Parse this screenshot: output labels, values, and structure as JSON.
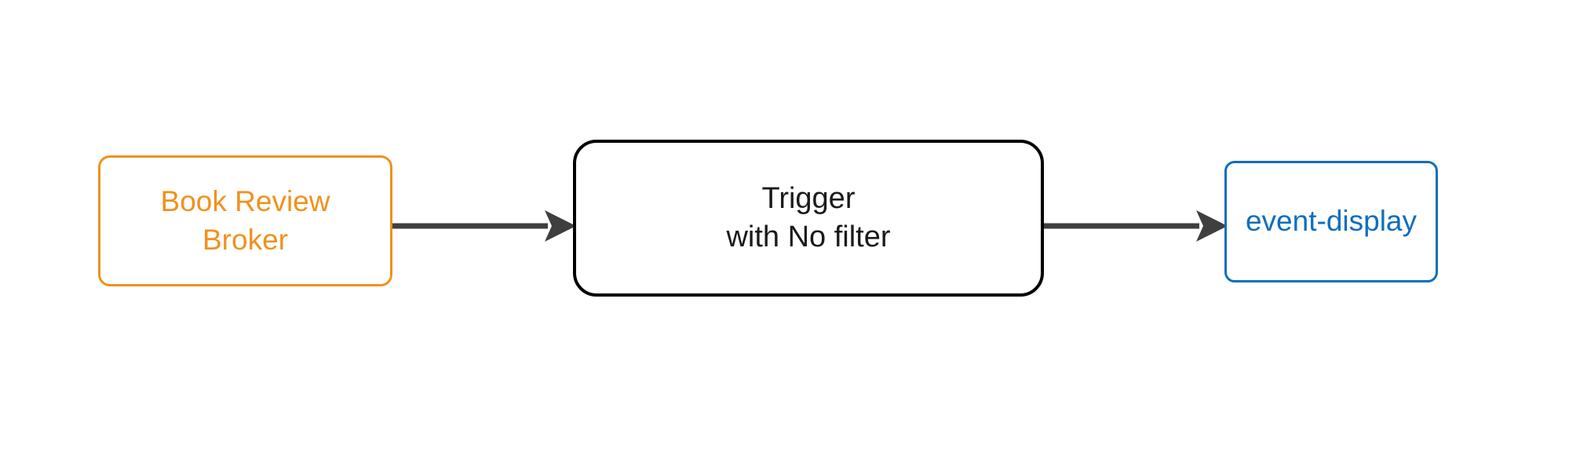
{
  "diagram": {
    "type": "flow",
    "background_color": "#ffffff",
    "nodes": [
      {
        "id": "broker",
        "role": "source",
        "label_lines": [
          "Book Review",
          "Broker"
        ],
        "line1": "Book Review",
        "line2": "Broker",
        "color": "#F0911E",
        "shape": "rounded-rectangle"
      },
      {
        "id": "trigger",
        "role": "processor",
        "label_lines": [
          "Trigger",
          "with No filter"
        ],
        "line1": "Trigger",
        "line2": "with No filter",
        "color": "#000000",
        "shape": "rounded-rectangle"
      },
      {
        "id": "sink",
        "role": "sink",
        "label_lines": [
          "event-display"
        ],
        "line1": "event-display",
        "color": "#0E6EBE",
        "shape": "rounded-rectangle"
      }
    ],
    "edges": [
      {
        "id": "broker-to-trigger",
        "from": "broker",
        "to": "trigger",
        "label": "",
        "color": "#3F3F3F",
        "arrowhead": "solid-triangle"
      },
      {
        "id": "trigger-to-sink",
        "from": "trigger",
        "to": "sink",
        "label": "",
        "color": "#3F3F3F",
        "arrowhead": "solid-triangle"
      }
    ]
  }
}
